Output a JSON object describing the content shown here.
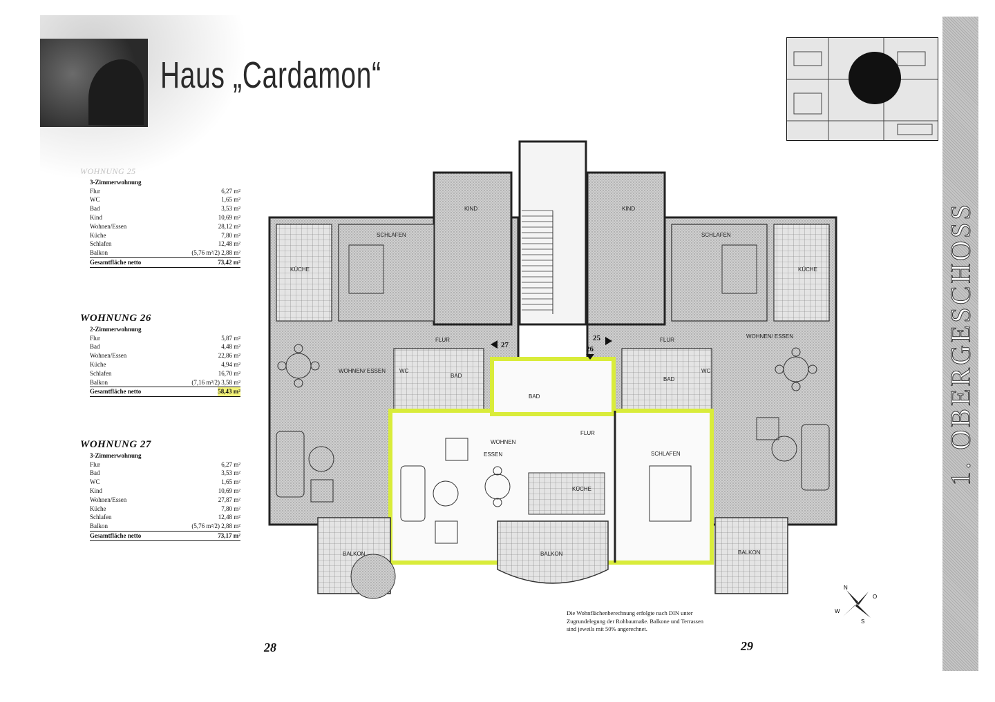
{
  "header": {
    "title": "Haus „Cardamon“"
  },
  "units": [
    {
      "name": "WOHNUNG 25",
      "type": "3-Zimmerwohnung",
      "rows": [
        {
          "label": "Flur",
          "value": "6,27 m²"
        },
        {
          "label": "WC",
          "value": "1,65 m²"
        },
        {
          "label": "Bad",
          "value": "3,53 m²"
        },
        {
          "label": "Kind",
          "value": "10,69 m²"
        },
        {
          "label": "Wohnen/Essen",
          "value": "28,12 m²"
        },
        {
          "label": "Küche",
          "value": "7,80 m²"
        },
        {
          "label": "Schlafen",
          "value": "12,48 m²"
        },
        {
          "label": "Balkon",
          "value": "(5,76 m²/2) 2,88 m²"
        }
      ],
      "total": {
        "label": "Gesamtfläche netto",
        "value": "73,42 m²"
      }
    },
    {
      "name": "WOHNUNG 26",
      "type": "2-Zimmerwohnung",
      "rows": [
        {
          "label": "Flur",
          "value": "5,87 m²"
        },
        {
          "label": "Bad",
          "value": "4,48 m²"
        },
        {
          "label": "Wohnen/Essen",
          "value": "22,86 m²"
        },
        {
          "label": "Küche",
          "value": "4,94 m²"
        },
        {
          "label": "Schlafen",
          "value": "16,70 m²"
        },
        {
          "label": "Balkon",
          "value": "(7,16 m²/2) 3,58 m²"
        }
      ],
      "total": {
        "label": "Gesamtfläche netto",
        "value": "58,43 m²"
      }
    },
    {
      "name": "WOHNUNG 27",
      "type": "3-Zimmerwohnung",
      "rows": [
        {
          "label": "Flur",
          "value": "6,27 m²"
        },
        {
          "label": "Bad",
          "value": "3,53 m²"
        },
        {
          "label": "WC",
          "value": "1,65 m²"
        },
        {
          "label": "Kind",
          "value": "10,69 m²"
        },
        {
          "label": "Wohnen/Essen",
          "value": "27,87 m²"
        },
        {
          "label": "Küche",
          "value": "7,80 m²"
        },
        {
          "label": "Schlafen",
          "value": "12,48 m²"
        },
        {
          "label": "Balkon",
          "value": "(5,76 m²/2) 2,88 m²"
        }
      ],
      "total": {
        "label": "Gesamtfläche netto",
        "value": "73,17 m²"
      }
    }
  ],
  "plan": {
    "labels": {
      "kind": "KIND",
      "schlafen": "SCHLAFEN",
      "kueche": "KÜCHE",
      "flur": "FLUR",
      "wc": "WC",
      "bad": "BAD",
      "wohnen_essen": "WOHNEN/ ESSEN",
      "balkon": "BALKON",
      "wohnen": "WOHNEN",
      "essen": "ESSEN"
    },
    "unit_numbers": {
      "left": "27",
      "right": "25",
      "center": "26"
    },
    "highlight_color": "#d9ec3a"
  },
  "sidebar": {
    "text": "1. OBERGESCHOSS"
  },
  "compass": {
    "n": "N",
    "o": "O",
    "s": "S",
    "w": "W"
  },
  "note": {
    "text": "Die Wohnflächenberechnung erfolgte nach DIN unter Zugrundelegung der Rohbaumaße. Balkone und Terrassen sind jeweils mit 50% angerechnet."
  },
  "pages": {
    "left": "28",
    "right": "29"
  }
}
